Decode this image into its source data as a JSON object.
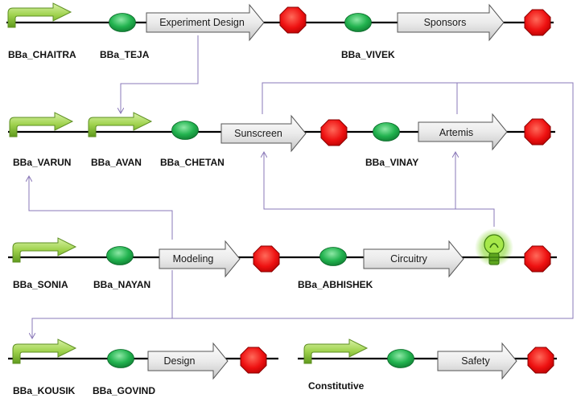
{
  "diagram": {
    "rows": [
      {
        "id": "row1",
        "promoters": [
          "BBa_CHAITRA"
        ],
        "rbs": [
          "BBa_TEJA",
          "BBa_VIVEK"
        ],
        "cds": [
          "Experiment Design",
          "Sponsors"
        ]
      },
      {
        "id": "row2",
        "promoters": [
          "BBa_VARUN",
          "BBa_AVAN"
        ],
        "rbs": [
          "BBa_CHETAN",
          "BBa_VINAY"
        ],
        "cds": [
          "Sunscreen",
          "Artemis"
        ]
      },
      {
        "id": "row3",
        "promoters": [
          "BBa_SONIA"
        ],
        "rbs": [
          "BBa_NAYAN",
          "BBa_ABHISHEK"
        ],
        "cds": [
          "Modeling",
          "Circuitry"
        ],
        "reporter": "lightbulb"
      },
      {
        "id": "row4",
        "promoters": [
          "BBa_KOUSIK"
        ],
        "rbs": [
          "BBa_GOVIND"
        ],
        "cds": [
          "Design"
        ]
      },
      {
        "id": "row5",
        "promoters": [
          "Constitutive"
        ],
        "rbs": [],
        "cds": [
          "Safety"
        ]
      }
    ],
    "colors": {
      "backbone": "#000000",
      "promoter": "#8dc63f",
      "rbs": "#1fae4b",
      "cds": "#e8e8e8",
      "terminator": "#ee1111",
      "reporter": "#7ed321",
      "connector": "#8a78b8"
    },
    "icons": [
      "promoter-arrow-icon",
      "rbs-oval-icon",
      "cds-arrow-icon",
      "terminator-octagon-icon",
      "lightbulb-icon"
    ]
  }
}
